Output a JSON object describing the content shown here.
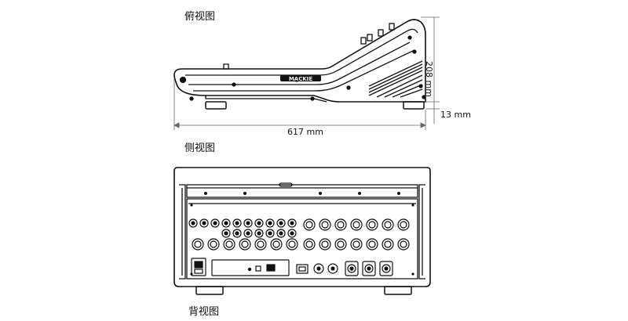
{
  "labels": {
    "top_view": "俯视图",
    "side_view": "侧视图",
    "back_view": "背视图"
  },
  "dimensions": {
    "width": "617 mm",
    "height": "208 mm",
    "foot": "13 mm"
  },
  "brand": "MACKIE"
}
